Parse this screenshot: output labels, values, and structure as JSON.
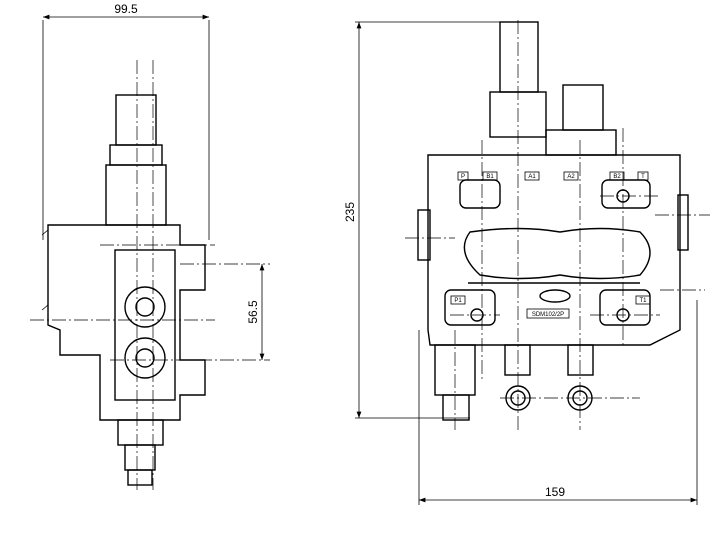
{
  "dimensions": {
    "side_width": "99.5",
    "port_spacing": "56.5",
    "height": "235",
    "front_width": "159"
  },
  "ports": [
    "P",
    "B1",
    "A1",
    "A2",
    "B2",
    "T",
    "P1",
    "T1"
  ],
  "nameplate": "SDM102/2P"
}
